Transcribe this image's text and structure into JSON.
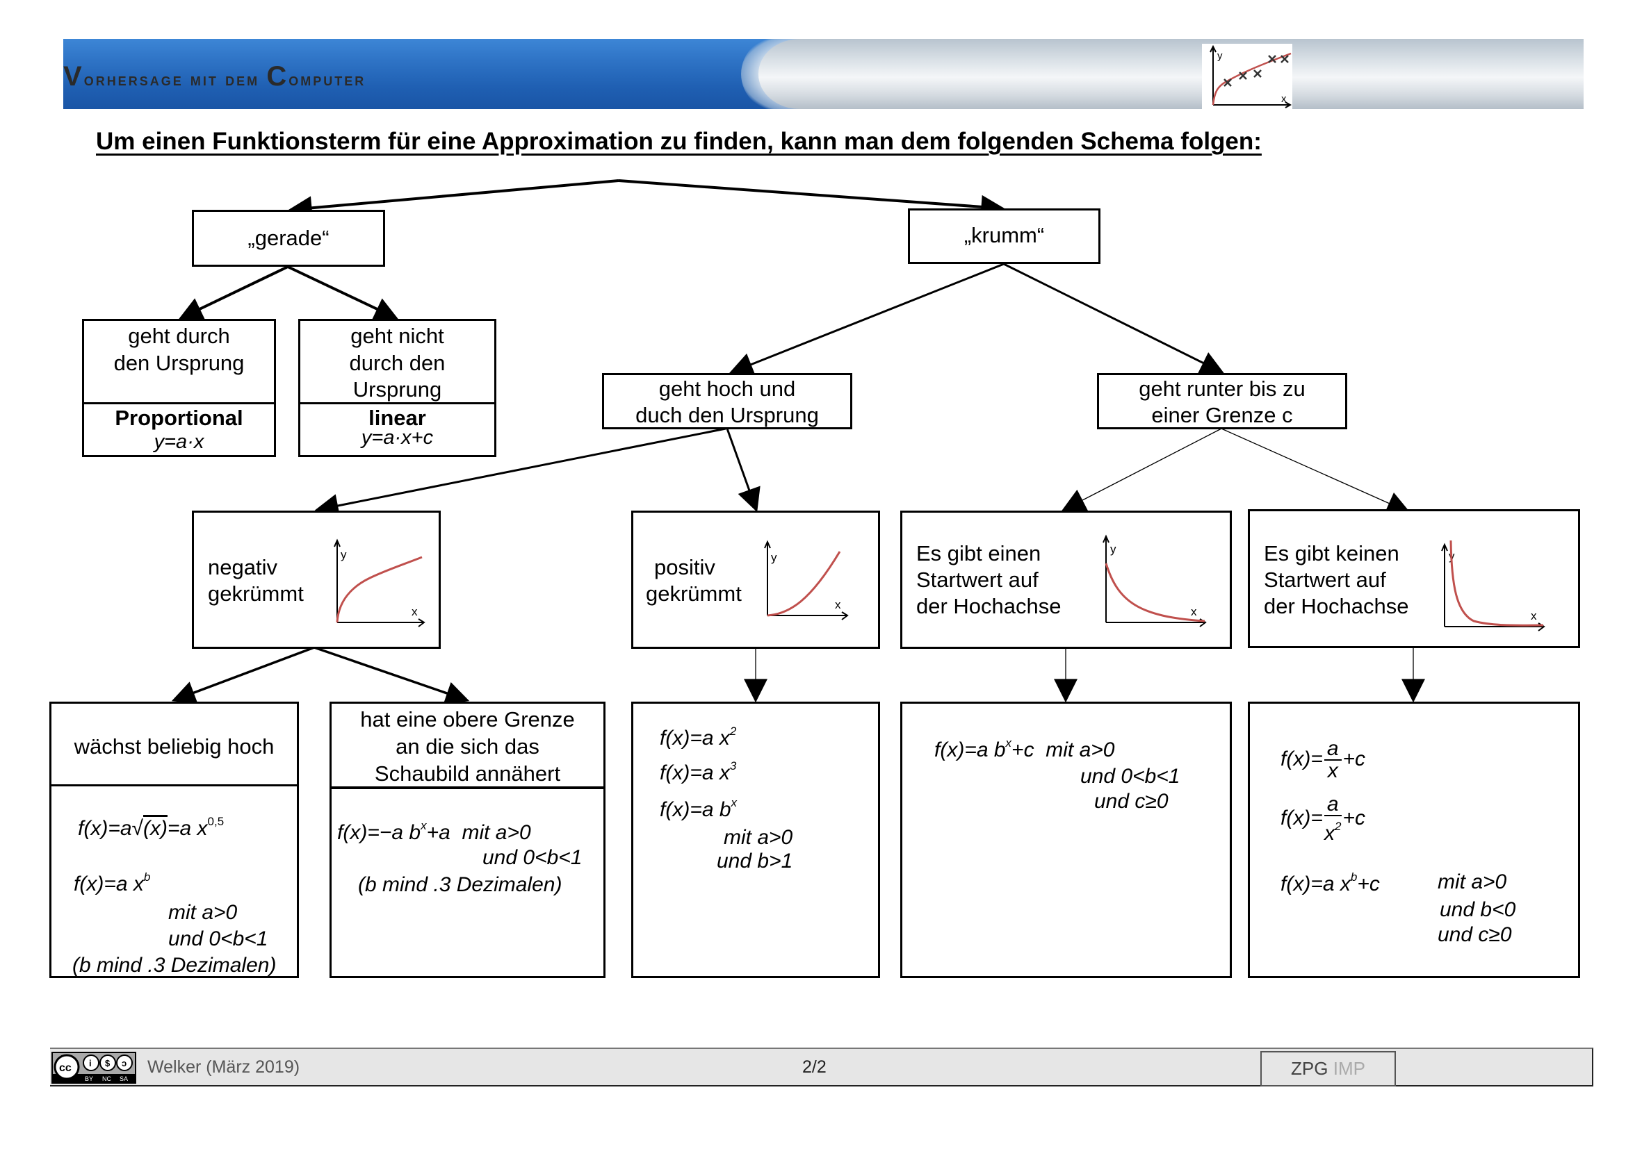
{
  "header": {
    "title_parts": [
      {
        "cap": "V",
        "rest": "orhersage mit dem "
      },
      {
        "cap": "C",
        "rest": "omputer"
      }
    ],
    "icon": "scatter-fit-chart-icon",
    "chart_axis_x": "x",
    "chart_axis_y": "y"
  },
  "intro": "Um einen Funktionsterm für eine Approximation zu finden, kann man dem folgenden Schema folgen:",
  "level1": {
    "gerade": "„gerade“",
    "krumm": "„krumm“"
  },
  "gerade_branch": {
    "through_origin": {
      "lines": [
        "geht durch",
        "den Ursprung"
      ],
      "type": "Proportional",
      "formula": "y=a·x"
    },
    "not_through_origin": {
      "lines": [
        "geht nicht",
        "durch den",
        "Ursprung"
      ],
      "type": "linear",
      "formula": "y=a·x+c"
    }
  },
  "krumm_branch": {
    "up_through_origin": {
      "lines": [
        "geht hoch und",
        "duch den Ursprung"
      ]
    },
    "down_to_limit": {
      "lines": [
        "geht runter bis zu",
        "einer Grenze c"
      ]
    }
  },
  "level3": {
    "negativ": {
      "lines": [
        "negativ",
        "gekrümmt"
      ],
      "icon": "concave-curve-graph-icon"
    },
    "positiv": {
      "lines": [
        "positiv",
        "gekrümmt"
      ],
      "icon": "convex-curve-graph-icon"
    },
    "startwert": {
      "lines": [
        "Es gibt einen",
        "Startwert auf",
        "der Hochachse"
      ],
      "icon": "exponential-decay-graph-icon"
    },
    "kein_startwert": {
      "lines": [
        "Es gibt keinen",
        "Startwert auf",
        "der Hochachse"
      ],
      "icon": "hyperbola-decay-graph-icon"
    }
  },
  "axis_labels": {
    "x": "x",
    "y": "y"
  },
  "level4": {
    "waechst": {
      "title": "wächst beliebig hoch",
      "f1_lhs": "f(x)=a",
      "f1_sqrt": "(x)",
      "f1_rhs": "=a x",
      "f1_exp": "0,5",
      "f2": "f(x)=a x",
      "f2_exp": "b",
      "cond1": "mit a>0",
      "cond2": "und 0<b<1",
      "note": "(b mind .3 Dezimalen)"
    },
    "obere_grenze": {
      "title_lines": [
        "hat eine obere Grenze",
        "an die sich das",
        "Schaubild annähert"
      ],
      "f1": "f(x)=−a b",
      "f1_exp": "x",
      "f1_tail": "+a",
      "cond1": "mit a>0",
      "cond2": "und 0<b<1",
      "note": "(b mind .3 Dezimalen)"
    },
    "positiv_formulas": {
      "f1": "f(x)=a x",
      "f1_exp": "2",
      "f2": "f(x)=a x",
      "f2_exp": "3",
      "f3": "f(x)=a b",
      "f3_exp": "x",
      "cond1": "mit a>0",
      "cond2": "und b>1"
    },
    "startwert_formulas": {
      "f1": "f(x)=a b",
      "f1_exp": "x",
      "f1_tail": "+c",
      "cond1": "mit a>0",
      "cond2": "und 0<b<1",
      "cond3": "und c≥0"
    },
    "kein_startwert_formulas": {
      "f1_lhs": "f(x)=",
      "f1_num": "a",
      "f1_den": "x",
      "f1_tail": "+c",
      "f2_lhs": "f(x)=",
      "f2_num": "a",
      "f2_den": "x",
      "f2_den_exp": "2",
      "f2_tail": "+c",
      "f3": "f(x)=a x",
      "f3_exp": "b",
      "f3_tail": "+c",
      "cond1": "mit a>0",
      "cond2": "und b<0",
      "cond3": "und c≥0"
    }
  },
  "footer": {
    "license_icon": "cc-by-nc-sa-icon",
    "license_labels": [
      "BY",
      "NC",
      "SA"
    ],
    "author": "Welker (März 2019)",
    "page": "2/2",
    "org_dark": "ZPG",
    "org_light": "IMP"
  },
  "colors": {
    "curve": "#c0504d",
    "header_blue": "#2a6fc4",
    "footer_bg": "#e6e6e6"
  }
}
